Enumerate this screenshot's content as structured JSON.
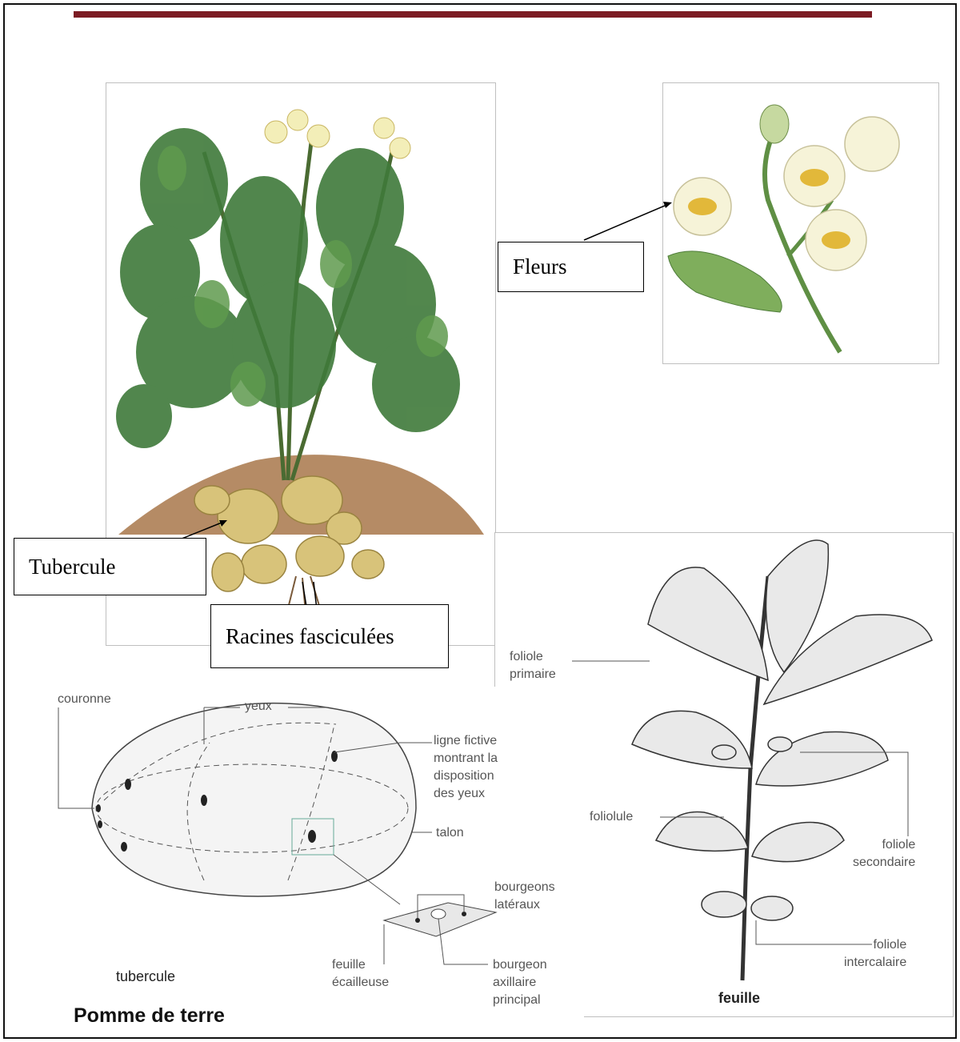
{
  "callouts": {
    "fleurs": "Fleurs",
    "tubercule": "Tubercule",
    "racines": "Racines fasciculées"
  },
  "tuber_diagram": {
    "couronne": "couronne",
    "yeux": "yeux",
    "ligne_fictive": "ligne fictive\nmontrant la\ndisposition\ndes yeux",
    "talon": "talon",
    "bourgeons_lateraux": "bourgeons\nlatéraux",
    "feuille_ecailleuse": "feuille\nécailleuse",
    "bourgeon_axillaire": "bourgeon\naxillaire\nprincipal",
    "caption": "tubercule",
    "title": "Pomme de terre"
  },
  "leaf_diagram": {
    "foliole_primaire": "foliole\nprimaire",
    "foliolule": "foliolule",
    "foliole_secondaire": "foliole\nsecondaire",
    "foliole_intercalaire": "foliole\nintercalaire",
    "caption": "feuille"
  },
  "colors": {
    "top_bar": "#7b1b23",
    "leaf_green": "#3f7a3a",
    "soil": "#a8774a",
    "tuber": "#d8c37a",
    "flower": "#f6f3d8",
    "flower_center": "#e2b83a"
  }
}
